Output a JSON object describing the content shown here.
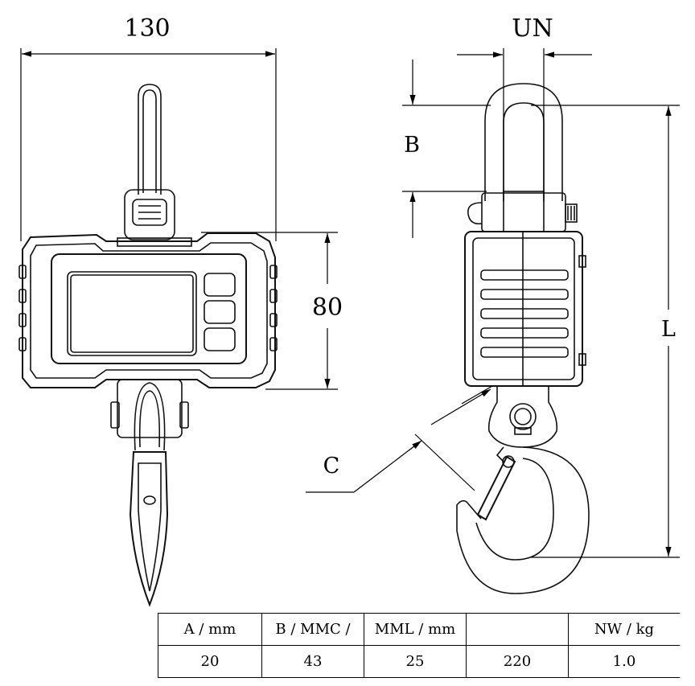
{
  "dimensions": {
    "width_label": "130",
    "height_label": "80",
    "un_label": "UN",
    "b_label": "B",
    "l_label": "L",
    "c_label": "C"
  },
  "table": {
    "headers": [
      "A / mm",
      "B / MMC /",
      "MML / mm",
      "",
      "NW / kg"
    ],
    "values": [
      "20",
      "43",
      "25",
      "220",
      "1.0"
    ]
  }
}
